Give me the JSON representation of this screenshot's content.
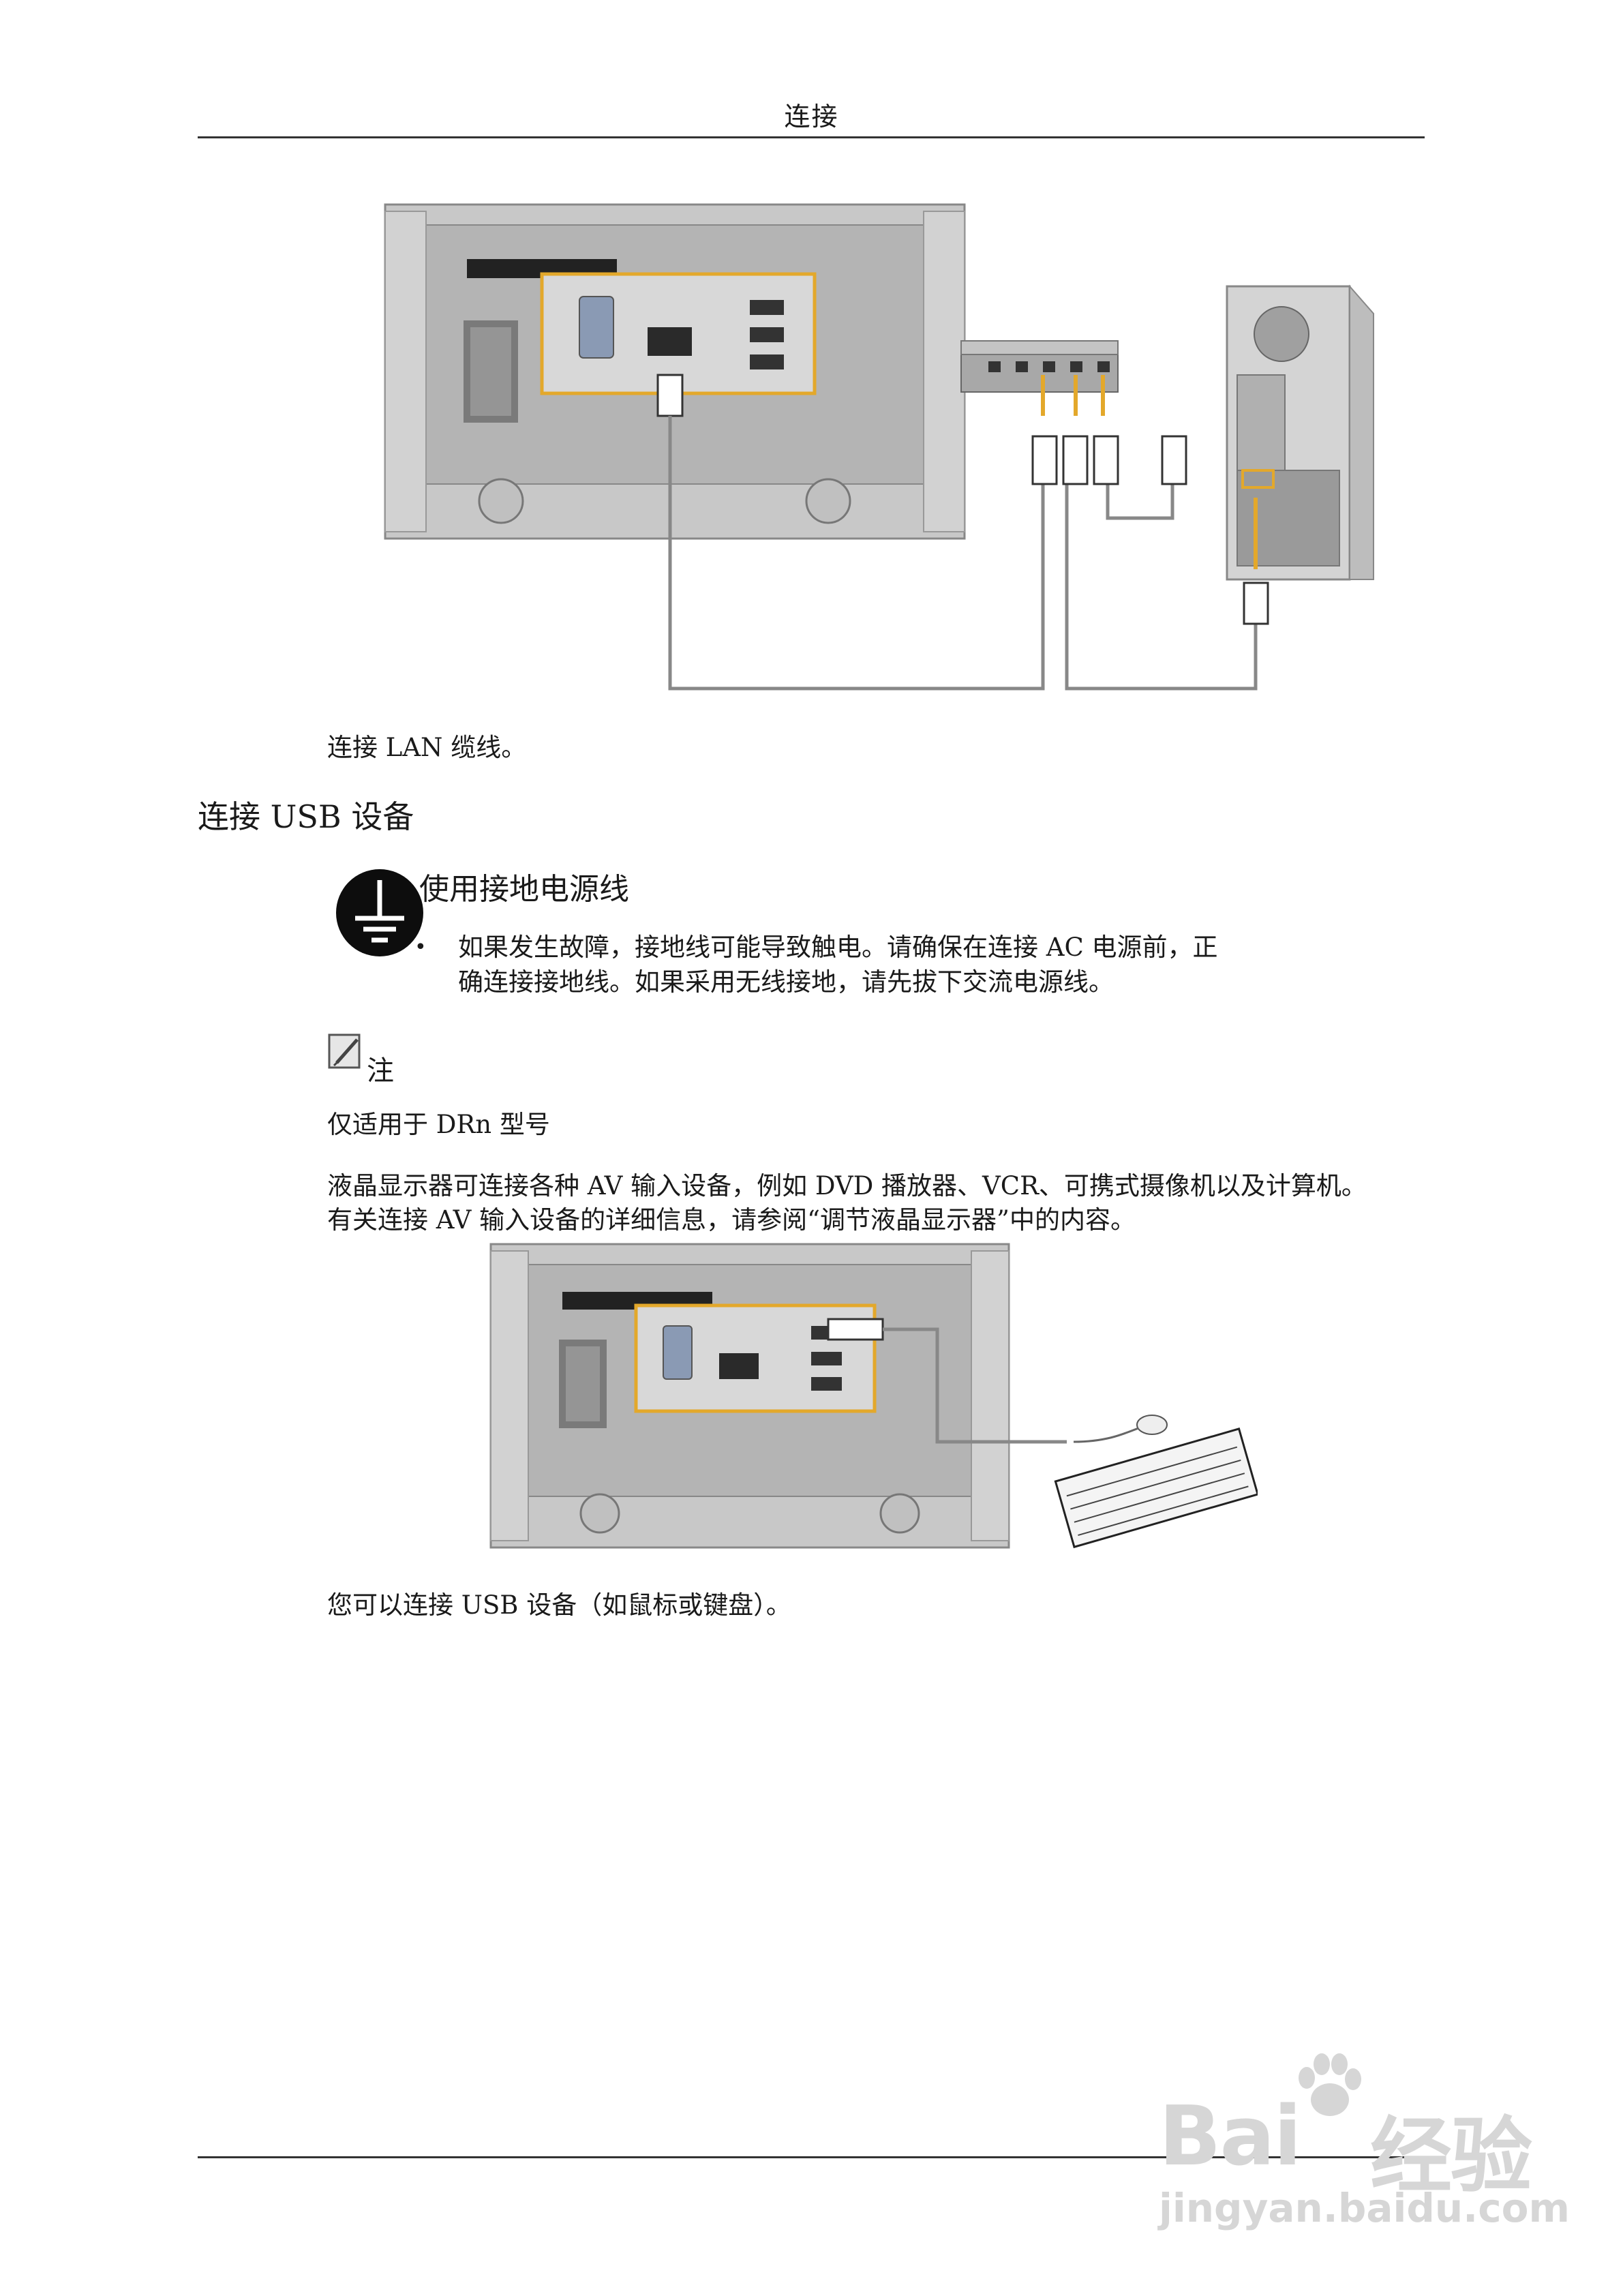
{
  "header": {
    "title": "连接"
  },
  "figure1": {
    "caption": "连接 LAN 缆线。"
  },
  "section": {
    "title": "连接 USB 设备"
  },
  "warning": {
    "title": "使用接地电源线",
    "bullet_line1": "如果发生故障，接地线可能导致触电。请确保在连接  AC  电源前，正",
    "bullet_line2": "确连接接地线。如果采用无线接地，请先拔下交流电源线。"
  },
  "note": {
    "label": "注",
    "line1": "仅适用于 DRn 型号",
    "para_line1": "液晶显示器可连接各种  AV  输入设备，例如  DVD  播放器、VCR、可携式摄像机以及计算机。",
    "para_line2": "有关连接 AV 输入设备的详细信息，请参阅“调节液晶显示器”中的内容。"
  },
  "figure2": {
    "caption": "您可以连接 USB 设备（如鼠标或键盘）。"
  },
  "watermark": {
    "brand": "Bai",
    "brand2": "经验",
    "url": "jingyan.baidu.com"
  }
}
